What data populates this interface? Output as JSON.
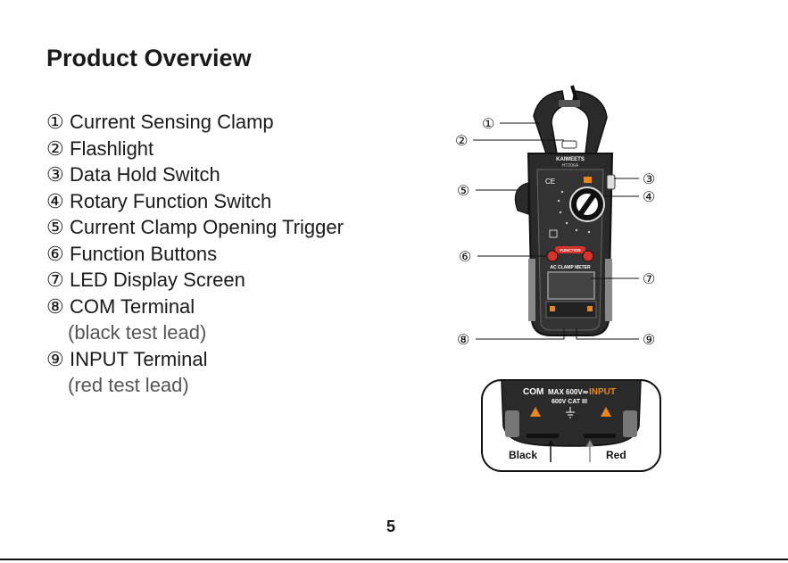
{
  "page": {
    "title": "Product Overview",
    "page_number": "5"
  },
  "parts": [
    {
      "num": "①",
      "label": "Current Sensing Clamp"
    },
    {
      "num": "②",
      "label": "Flashlight"
    },
    {
      "num": "③",
      "label": "Data Hold Switch"
    },
    {
      "num": "④",
      "label": "Rotary Function Switch"
    },
    {
      "num": "⑤",
      "label": "Current Clamp Opening Trigger"
    },
    {
      "num": "⑥",
      "label": "Function Buttons"
    },
    {
      "num": "⑦",
      "label": "LED Display Screen"
    },
    {
      "num": "⑧",
      "label": "COM Terminal",
      "note": "(black test lead)"
    },
    {
      "num": "⑨",
      "label": "INPUT Terminal",
      "note": "(red test lead)"
    }
  ],
  "callouts": [
    "①",
    "②",
    "③",
    "④",
    "⑤",
    "⑥",
    "⑦",
    "⑧",
    "⑨"
  ],
  "device": {
    "brand": "KAIWEETS",
    "model": "HT206A",
    "ce_mark": "CE",
    "display_label": "AC CLAMP METER",
    "button_label": "FUNCTION"
  },
  "terminal_detail": {
    "com_label": "COM",
    "rating_line1": "MAX 600V≂",
    "rating_line2": "600V CAT III",
    "input_label": "INPUT",
    "black_label": "Black",
    "red_label": "Red"
  },
  "colors": {
    "accent_orange": "#e8871e",
    "device_dark": "#2a2a2a",
    "button_red": "#d9322b"
  }
}
